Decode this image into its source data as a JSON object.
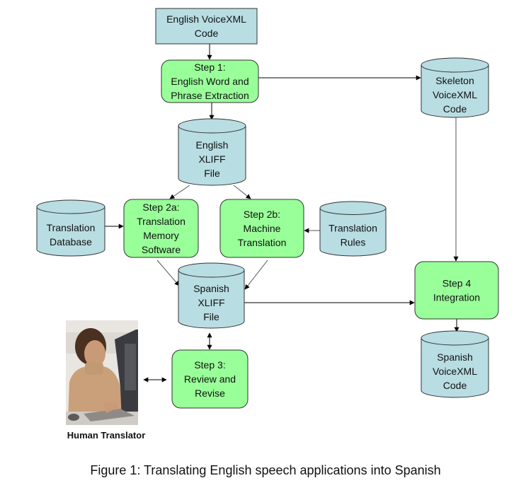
{
  "colors": {
    "process_fill": "#99ff99",
    "store_fill": "#b8dde3",
    "stroke": "#333333",
    "arrow": "#000000"
  },
  "nodes": {
    "english_voicexml": {
      "lines": [
        "English VoiceXML",
        "Code"
      ],
      "shape": "rectangle"
    },
    "step1": {
      "lines": [
        "Step 1:",
        "English Word and",
        "Phrase Extraction"
      ],
      "shape": "rounded-rect"
    },
    "skeleton_voicexml": {
      "lines": [
        "Skeleton",
        "VoiceXML",
        "Code"
      ],
      "shape": "cylinder"
    },
    "english_xliff": {
      "lines": [
        "English",
        "XLIFF",
        "File"
      ],
      "shape": "cylinder"
    },
    "translation_database": {
      "lines": [
        "Translation",
        "Database"
      ],
      "shape": "cylinder"
    },
    "step2a": {
      "lines": [
        "Step 2a:",
        "Translation",
        "Memory",
        "Software"
      ],
      "shape": "rounded-rect"
    },
    "step2b": {
      "lines": [
        "Step 2b:",
        "Machine",
        "Translation"
      ],
      "shape": "rounded-rect"
    },
    "translation_rules": {
      "lines": [
        "Translation",
        "Rules"
      ],
      "shape": "cylinder"
    },
    "spanish_xliff": {
      "lines": [
        "Spanish",
        "XLIFF",
        "File"
      ],
      "shape": "cylinder"
    },
    "step4": {
      "lines": [
        "Step 4",
        "Integration"
      ],
      "shape": "rounded-rect"
    },
    "spanish_voicexml": {
      "lines": [
        "Spanish",
        "VoiceXML",
        "Code"
      ],
      "shape": "cylinder"
    },
    "step3": {
      "lines": [
        "Step 3:",
        "Review and",
        "Revise"
      ],
      "shape": "rounded-rect"
    }
  },
  "edges": [
    {
      "from": "english_voicexml",
      "to": "step1"
    },
    {
      "from": "step1",
      "to": "skeleton_voicexml"
    },
    {
      "from": "step1",
      "to": "english_xliff"
    },
    {
      "from": "english_xliff",
      "to": "step2a"
    },
    {
      "from": "english_xliff",
      "to": "step2b"
    },
    {
      "from": "translation_database",
      "to": "step2a"
    },
    {
      "from": "translation_rules",
      "to": "step2b"
    },
    {
      "from": "step2a",
      "to": "spanish_xliff"
    },
    {
      "from": "step2b",
      "to": "spanish_xliff"
    },
    {
      "from": "spanish_xliff",
      "to": "step4"
    },
    {
      "from": "skeleton_voicexml",
      "to": "step4"
    },
    {
      "from": "step4",
      "to": "spanish_voicexml"
    },
    {
      "from": "spanish_xliff",
      "to": "step3",
      "bidirectional": true
    },
    {
      "from": "human_translator",
      "to": "step3",
      "bidirectional": true
    }
  ],
  "human_translator": {
    "label": "Human Translator"
  },
  "caption": "Figure 1: Translating English speech applications into Spanish"
}
